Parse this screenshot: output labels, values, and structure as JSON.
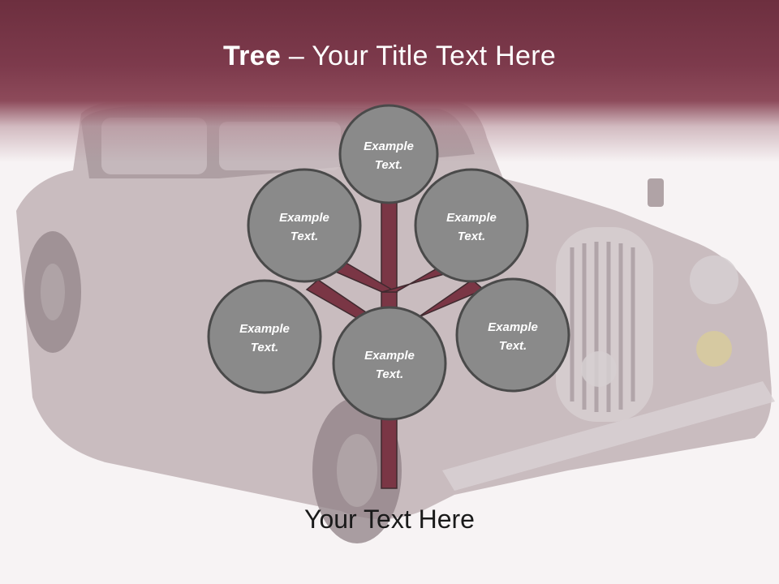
{
  "slide": {
    "title_bold": "Tree",
    "title_rest": " – Your Title Text Here",
    "footer": "Your Text Here"
  },
  "nodes": [
    {
      "id": "top",
      "line1": "Example",
      "line2": "Text."
    },
    {
      "id": "upper-left",
      "line1": "Example",
      "line2": "Text."
    },
    {
      "id": "upper-right",
      "line1": "Example",
      "line2": "Text."
    },
    {
      "id": "lower-left",
      "line1": "Example",
      "line2": "Text."
    },
    {
      "id": "center",
      "line1": "Example",
      "line2": "Text."
    },
    {
      "id": "lower-right",
      "line1": "Example",
      "line2": "Text."
    }
  ],
  "colors": {
    "header": "#6d2f3f",
    "branch": "#7a3645",
    "node_fill": "#8a8a8a",
    "node_stroke": "#4a4a4a",
    "car_body": "#b9a9ae"
  }
}
